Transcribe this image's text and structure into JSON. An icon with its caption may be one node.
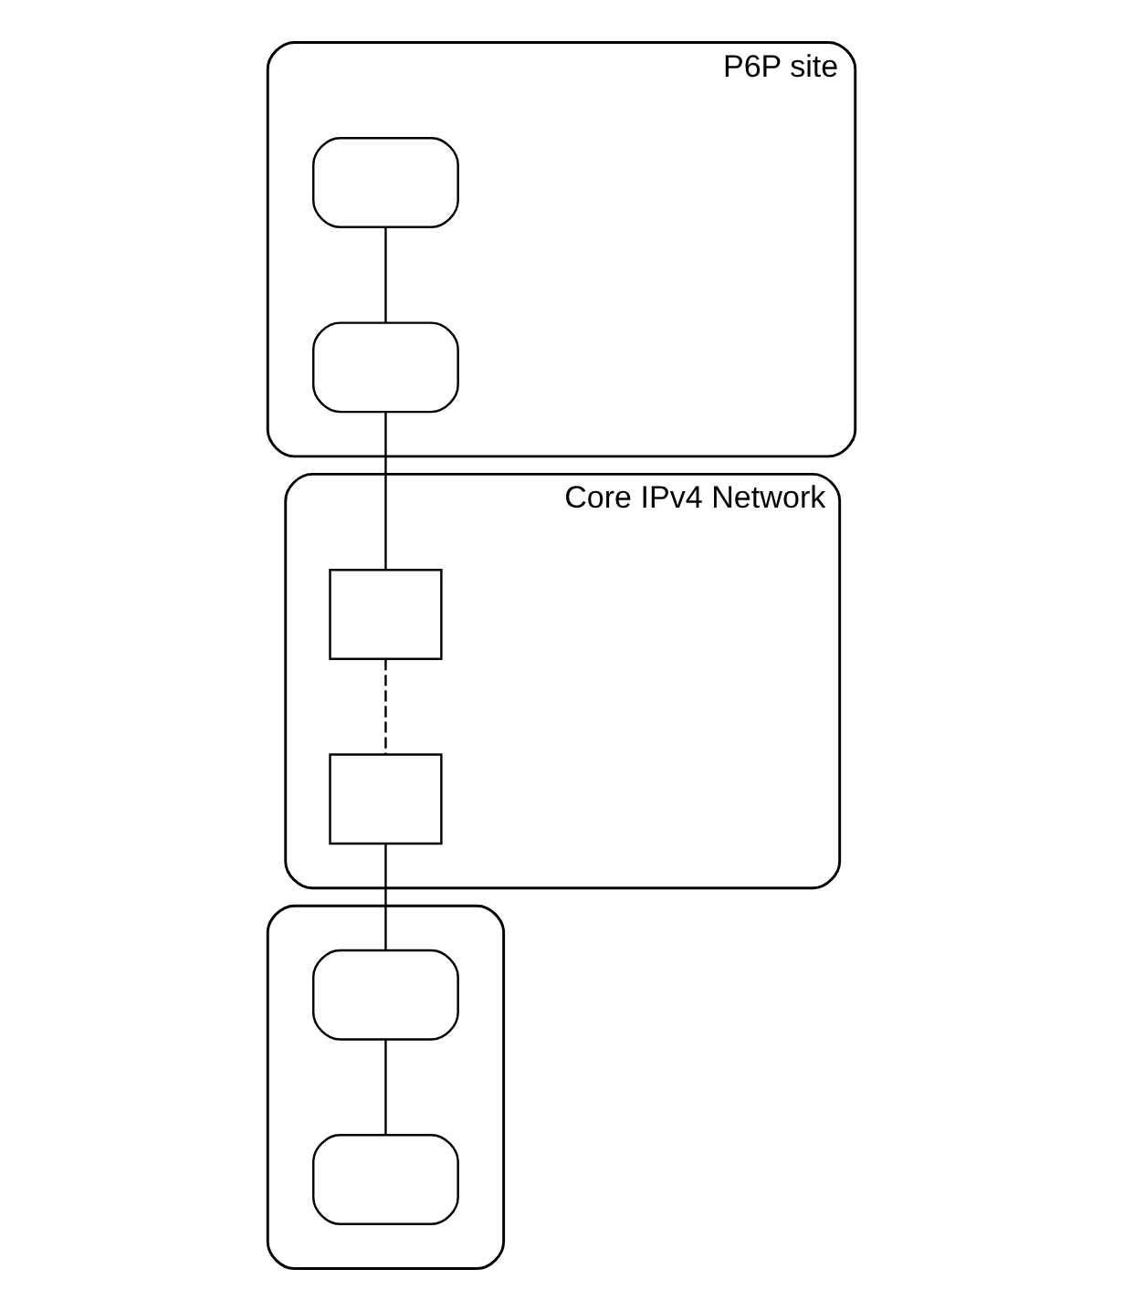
{
  "diagram": {
    "nodes": [
      {
        "text": [
          "P6P site"
        ]
      },
      {
        "text": [],
        "shape": "box",
        "in": 0
      },
      {
        "text": [],
        "shape": "box",
        "in": 0
      },
      {
        "text": [
          "Core IPv4 Network"
        ]
      },
      {
        "text": [],
        "shape": "box",
        "in": 3
      },
      {
        "text": [],
        "shape": "box",
        "in": 3
      },
      {
        "text": [],
        "shape": "cloud"
      },
      {
        "text": [],
        "shape": "box",
        "in": 6
      },
      {
        "text": [],
        "shape": "box",
        "in": 6
      }
    ],
    "edges": [
      {
        "from": 1,
        "to": 2,
        "arrow": "none"
      },
      {
        "from": 2,
        "to": 4,
        "arrow": "none"
      },
      {
        "from": 4,
        "to": 5,
        "arrow": "none",
        "style": "dashed"
      },
      {
        "from": 5,
        "to": 7,
        "arrow": "none"
      },
      {
        "from": 7,
        "to": 8,
        "arrow": "none"
      }
    ]
  }
}
